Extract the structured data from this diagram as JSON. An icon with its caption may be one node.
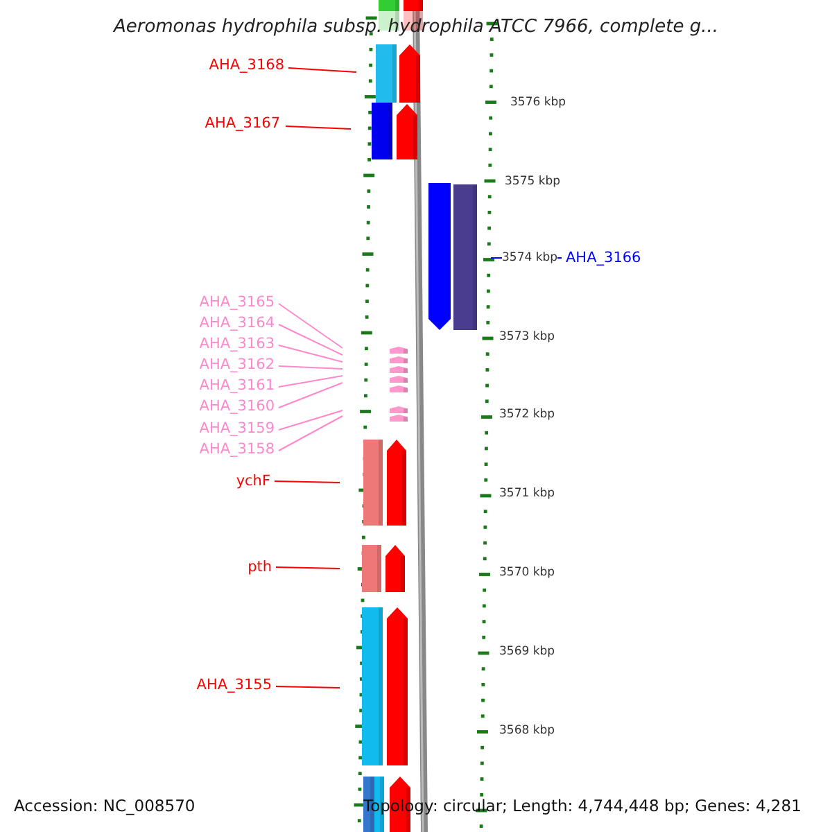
{
  "diagram": {
    "title": "Aeromonas hydrophila subsp. hydrophila ATCC 7966, complete g...",
    "nodes": [
      {
        "text": [
          "AHA_3168"
        ]
      },
      {
        "text": [
          "AHA_3167"
        ]
      },
      {
        "text": [
          "AHA_3166"
        ]
      },
      {
        "text": [
          "AHA_3165"
        ]
      },
      {
        "text": [
          "AHA_3164"
        ]
      },
      {
        "text": [
          "AHA_3163"
        ]
      },
      {
        "text": [
          "AHA_3162"
        ]
      },
      {
        "text": [
          "AHA_3161"
        ]
      },
      {
        "text": [
          "AHA_3160"
        ]
      },
      {
        "text": [
          "AHA_3159"
        ]
      },
      {
        "text": [
          "AHA_3158"
        ]
      },
      {
        "text": [
          "ychF"
        ]
      },
      {
        "text": [
          "pth"
        ]
      },
      {
        "text": [
          "AHA_3155"
        ]
      }
    ],
    "edges": [
      {
        "from": 0,
        "to": null,
        "arrow": "none",
        "color": "#ff0000"
      },
      {
        "from": 1,
        "to": null,
        "arrow": "none",
        "color": "#ff0000"
      },
      {
        "from": 2,
        "to": null,
        "arrow": "none",
        "color": "#0000ff"
      },
      {
        "from": 3,
        "to": null,
        "arrow": "none"
      },
      {
        "from": 4,
        "to": null,
        "arrow": "none"
      },
      {
        "from": 5,
        "to": null,
        "arrow": "none"
      },
      {
        "from": 6,
        "to": null,
        "arrow": "none"
      },
      {
        "from": 7,
        "to": null,
        "arrow": "none"
      },
      {
        "from": 8,
        "to": null,
        "arrow": "none"
      },
      {
        "from": 9,
        "to": null,
        "arrow": "none"
      },
      {
        "from": 10,
        "to": null,
        "arrow": "none"
      },
      {
        "from": 11,
        "to": null,
        "arrow": "none",
        "color": "#ff0000"
      },
      {
        "from": 12,
        "to": null,
        "arrow": "none",
        "color": "#ff0000"
      },
      {
        "from": 13,
        "to": null,
        "arrow": "none",
        "color": "#ff0000"
      }
    ],
    "labels": [
      "3576 kbp",
      "3575 kbp",
      "3574 kbp",
      "3573 kbp",
      "3572 kbp",
      "3571 kbp",
      "3570 kbp",
      "3569 kbp",
      "3568 kbp",
      "Accession: NC_008570",
      "Topology: circular; Length: 4,744,448 bp; Genes: 4,281"
    ]
  }
}
